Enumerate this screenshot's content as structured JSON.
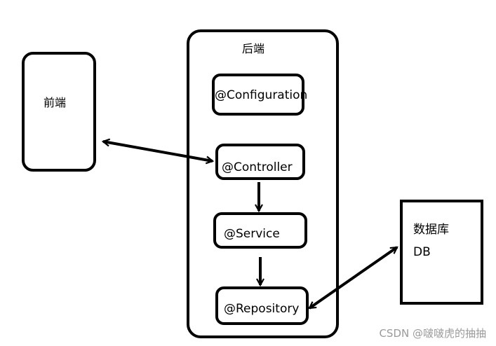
{
  "frontend": {
    "label": "前端"
  },
  "backend": {
    "label": "后端",
    "components": {
      "configuration": "@Configuration",
      "controller": "@Controller",
      "service": "@Service",
      "repository": "@Repository"
    }
  },
  "database": {
    "label_line1": "数据库",
    "label_line2": "DB"
  },
  "watermark": "CSDN @啵啵虎的抽抽"
}
